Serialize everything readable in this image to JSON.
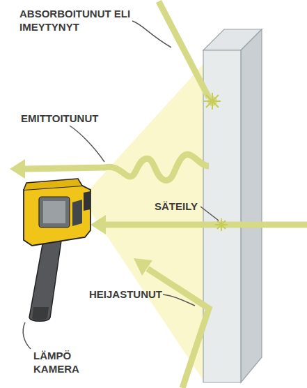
{
  "diagram": {
    "labels": [
      "ABSORBOITUNUT ELI IMEYTYNYT",
      "EMITTOITUNUT",
      "SÄTEILY",
      "HEIJASTUNUT",
      "LÄMPÖ KAMERA"
    ]
  }
}
